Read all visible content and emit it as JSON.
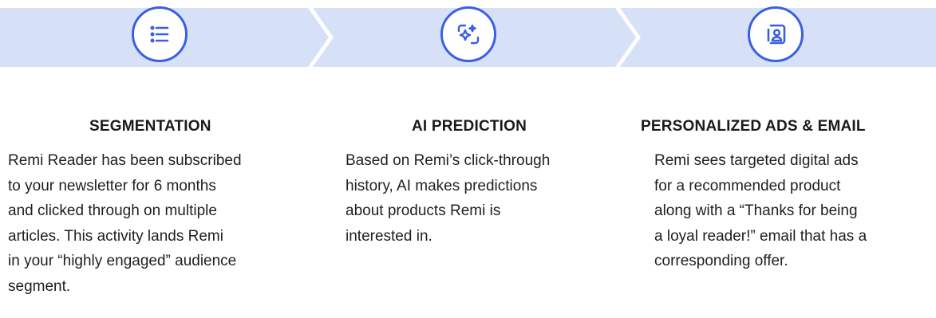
{
  "colors": {
    "band": "#d6e0f7",
    "accent": "#3b5fe3",
    "text": "#1f1f1f"
  },
  "steps": [
    {
      "icon": "list-icon",
      "title": "SEGMENTATION",
      "lines": [
        "Remi Reader has been subscribed",
        "to your newsletter for 6 months",
        "and clicked through on multiple",
        "articles. This activity lands Remi",
        "in your “highly engaged” audience",
        "segment."
      ]
    },
    {
      "icon": "ai-sparkle-icon",
      "title": "AI PREDICTION",
      "lines": [
        "Based on Remi’s click-through",
        "history, AI makes predictions",
        "about products Remi is",
        "interested in."
      ]
    },
    {
      "icon": "contact-card-icon",
      "title": "PERSONALIZED ADS & EMAIL",
      "lines": [
        "Remi sees targeted digital ads",
        "for a recommended product",
        "along with a “Thanks for being",
        "a loyal reader!” email that has a",
        "corresponding offer."
      ]
    }
  ]
}
